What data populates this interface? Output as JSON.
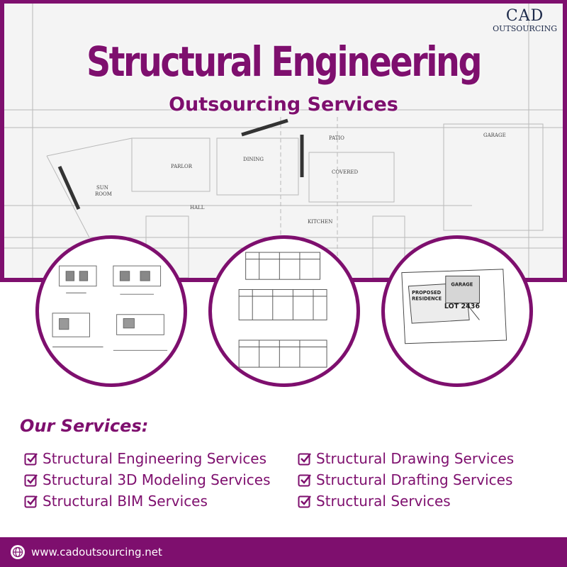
{
  "logo": {
    "line1": "CAD",
    "line2": "OUTSOURCING"
  },
  "hero": {
    "title": "Structural Engineering",
    "subtitle": "Outsourcing Services"
  },
  "plan_labels": {
    "room_sun": "SUN",
    "room_sun2": "ROOM",
    "parlor": "PARLOR",
    "dining": "DINING",
    "patio": "PATIO",
    "garage": "GARAGE",
    "covered": "COVERED",
    "hall": "HALL",
    "kitchen": "KITCHEN"
  },
  "site_plan": {
    "proposed": "PROPOSED",
    "residence": "RESIDENCE",
    "garage": "GARAGE",
    "lot": "LOT 2436"
  },
  "services": {
    "heading": "Our Services:",
    "left": [
      "Structural Engineering Services",
      "Structural 3D Modeling Services",
      "Structural BIM Services"
    ],
    "right": [
      "Structural Drawing Services",
      "Structural Drafting Services",
      "Structural Services"
    ]
  },
  "footer": {
    "url": "www.cadoutsourcing.net",
    "icon": "globe-icon"
  },
  "colors": {
    "brand": "#7e0f6e",
    "logo": "#1d2a4a"
  }
}
